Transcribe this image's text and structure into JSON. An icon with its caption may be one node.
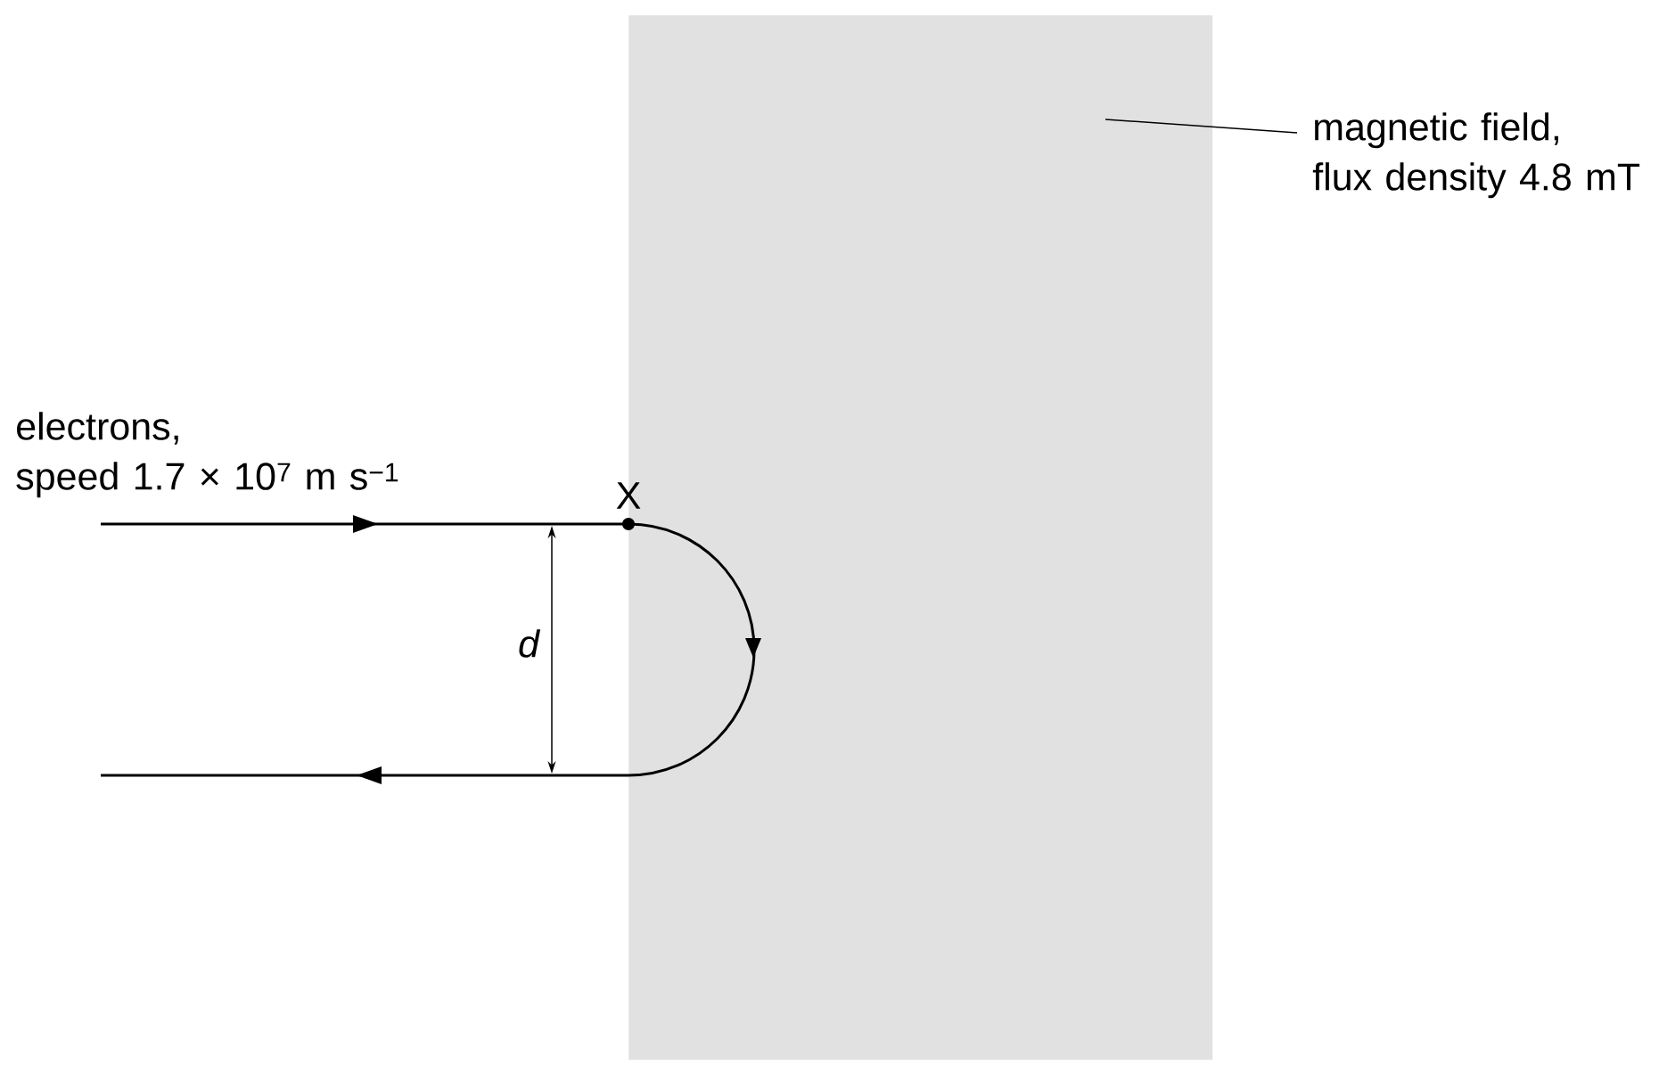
{
  "diagram": {
    "nodes": [
      {
        "text": [],
        "shape": "box"
      },
      {
        "text": [
          "magnetic field, flux density 4.8 mT"
        ]
      }
    ],
    "edges": [
      {
        "from": 1,
        "to": 0,
        "arrow": "none"
      }
    ],
    "labels": [
      "electrons, speed 1.7 × 10$^{7}$ m s$^{−1}$",
      "X",
      "d"
    ]
  }
}
